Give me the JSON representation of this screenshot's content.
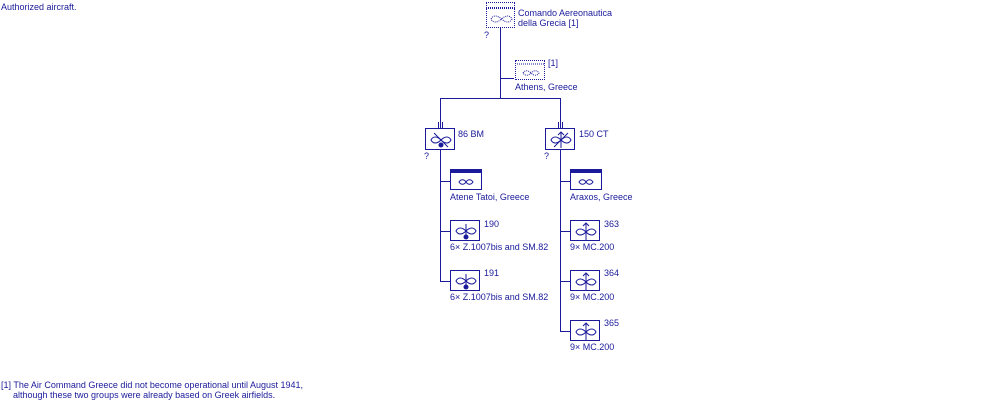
{
  "header_note": "Authorized aircraft.",
  "footnote": {
    "line1": "[1] The Air Command Greece did not become operational until August 1941,",
    "line2": "although these two groups were already based on Greek airfields."
  },
  "colors": {
    "ink": "#1a1a9a"
  },
  "hq": {
    "name_line1": "Comando Aereonautica",
    "name_line2": "della Grecia [1]",
    "unknown_mark": "?",
    "icon": "air-command-icon"
  },
  "hq_base": {
    "ref": "[1]",
    "location": "Athens, Greece",
    "icon": "air-base-icon"
  },
  "groups": [
    {
      "name": "86 BM",
      "unknown_mark": "?",
      "icon": "bomber-wing-icon",
      "base": {
        "location": "Atene Tatoi, Greece",
        "icon": "airfield-icon"
      },
      "squadrons": [
        {
          "name": "190",
          "aircraft": "6× Z.1007bis and SM.82",
          "icon": "bomber-squadron-icon"
        },
        {
          "name": "191",
          "aircraft": "6× Z.1007bis and SM.82",
          "icon": "bomber-squadron-icon"
        }
      ]
    },
    {
      "name": "150 CT",
      "unknown_mark": "?",
      "icon": "fighter-wing-icon",
      "base": {
        "location": "Araxos, Greece",
        "icon": "airfield-icon"
      },
      "squadrons": [
        {
          "name": "363",
          "aircraft": "9× MC.200",
          "icon": "fighter-squadron-icon"
        },
        {
          "name": "364",
          "aircraft": "9× MC.200",
          "icon": "fighter-squadron-icon"
        },
        {
          "name": "365",
          "aircraft": "9× MC.200",
          "icon": "fighter-squadron-icon"
        }
      ]
    }
  ]
}
